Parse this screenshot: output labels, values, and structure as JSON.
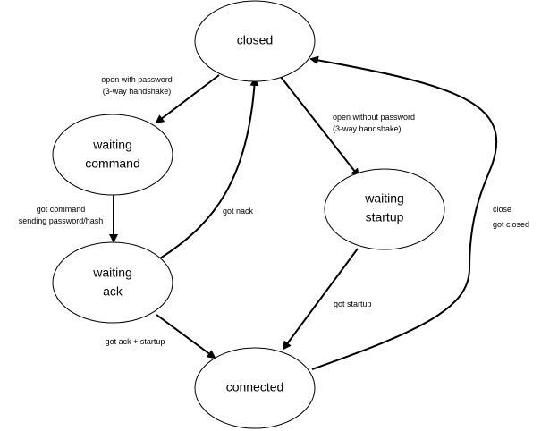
{
  "states": {
    "closed": "closed",
    "waiting_command": [
      "waiting",
      "command"
    ],
    "waiting_startup": [
      "waiting",
      "startup"
    ],
    "waiting_ack": [
      "waiting",
      "ack"
    ],
    "connected": "connected"
  },
  "transitions": {
    "open_with_password": [
      "open with password",
      "(3-way handshake)"
    ],
    "open_without_password": [
      "open without password",
      "(3-way handshake)"
    ],
    "got_command": [
      "got command",
      "sending password/hash"
    ],
    "got_nack": "got nack",
    "close": [
      "close",
      "got closed"
    ],
    "got_startup": "got startup",
    "got_ack_startup": "got ack + startup"
  },
  "colors": {
    "stroke": "#000000",
    "background": "#ffffff"
  }
}
